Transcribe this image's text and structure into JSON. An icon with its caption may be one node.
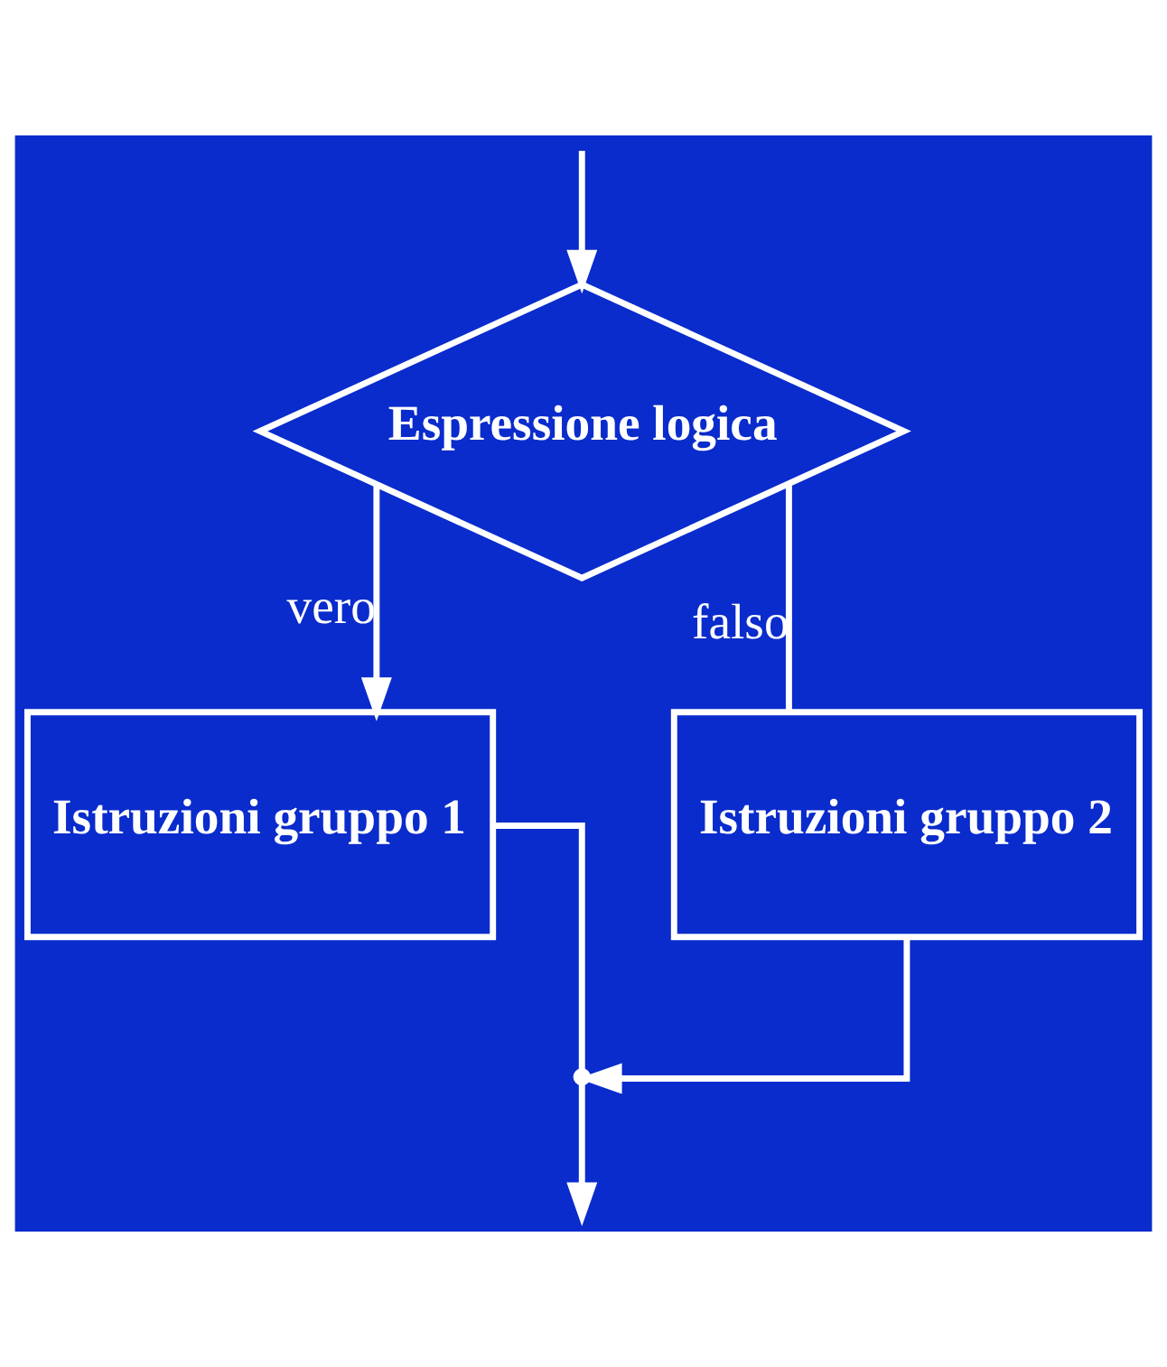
{
  "diagram": {
    "nodes": [
      {
        "text": [
          "Espressione logica"
        ]
      },
      {
        "text": [
          "Istruzioni gruppo 1"
        ]
      },
      {
        "text": [
          "Istruzioni gruppo 2"
        ]
      },
      {
        "text": [],
        "shape": "point"
      }
    ],
    "edges": [
      {
        "from": null,
        "to": 0,
        "arrow": "to"
      },
      {
        "from": 0,
        "to": 1,
        "label": "vero",
        "arrow": "to"
      },
      {
        "from": 0,
        "to": 2,
        "label": "falso",
        "arrow": "none"
      },
      {
        "from": 1,
        "to": 3,
        "arrow": "none"
      },
      {
        "from": 2,
        "to": 3,
        "arrow": "to"
      },
      {
        "from": 3,
        "to": null,
        "arrow": "to"
      }
    ]
  }
}
